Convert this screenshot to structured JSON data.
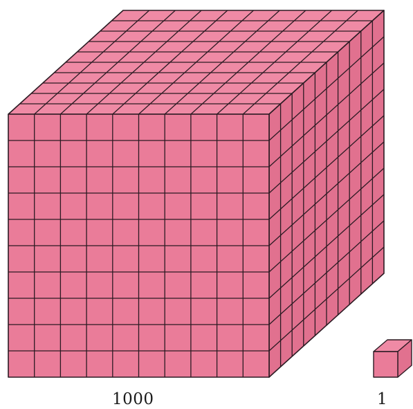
{
  "figure": {
    "big_cube": {
      "label": "1000",
      "units_per_edge": 10
    },
    "small_cube": {
      "label": "1",
      "units_per_edge": 1
    },
    "colors": {
      "front_face": "#ea7c99",
      "right_face": "#e1718f",
      "top_face": "#ef8aa5",
      "grid_line": "#2b1a22"
    }
  }
}
